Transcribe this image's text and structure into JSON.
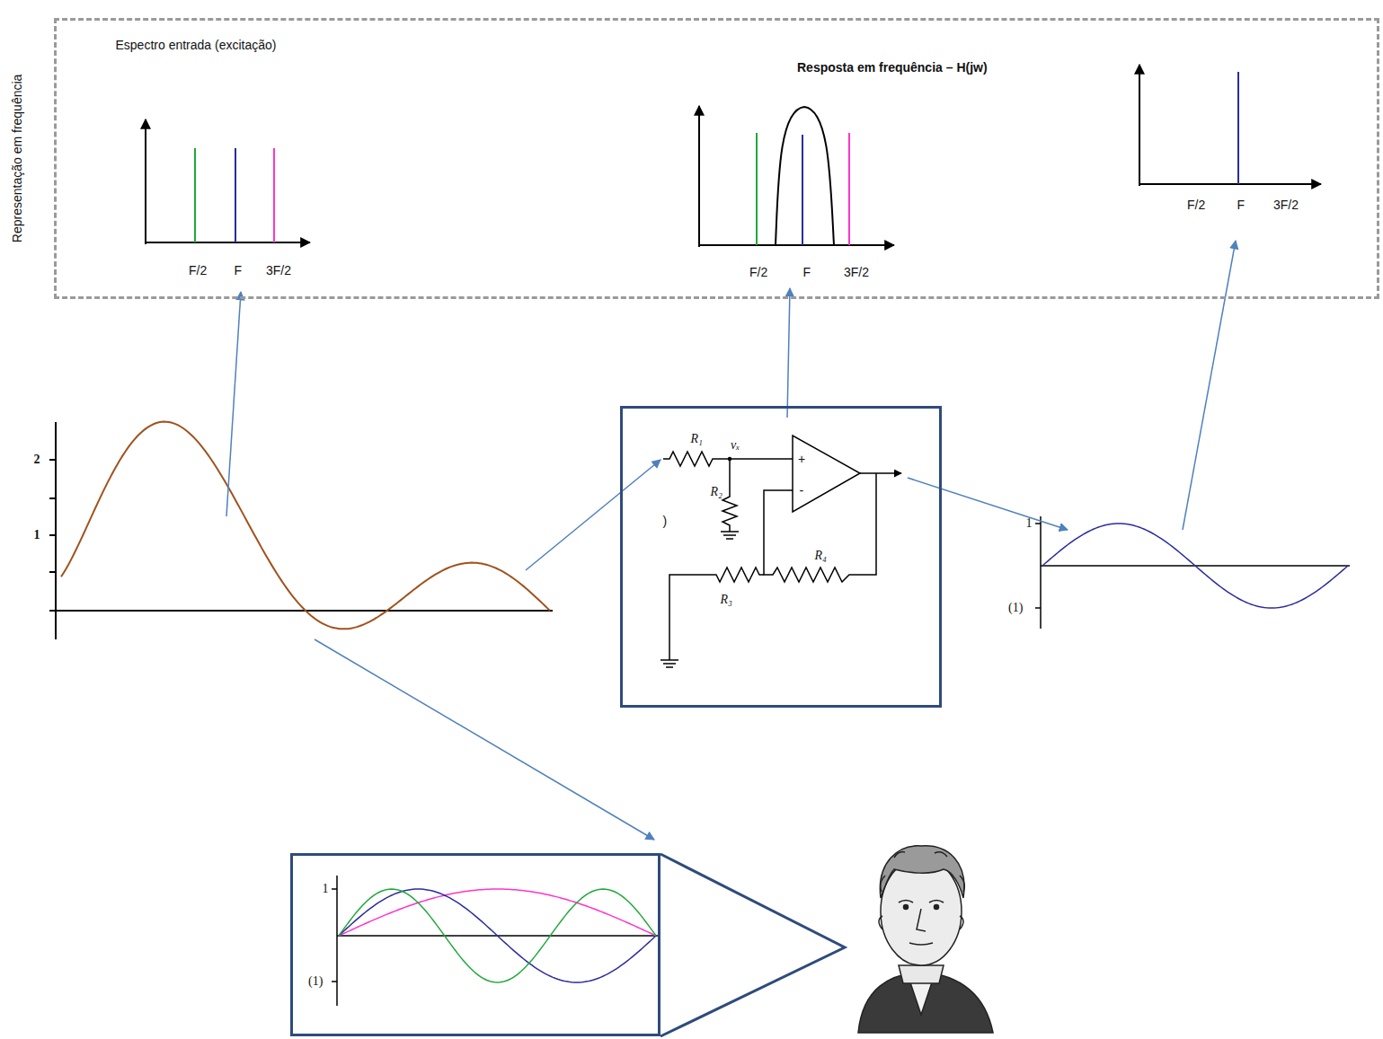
{
  "diagram": {
    "nodes": [
      {
        "text": [
          "Representação em frequência"
        ]
      },
      {
        "text": [
          "Espectro entrada (excitação)",
          "F/2",
          "F",
          "3F/2"
        ],
        "in": 0
      },
      {
        "text": [
          "Resposta em frequência – H(jw)",
          "F/2",
          "F",
          "3F/2"
        ],
        "in": 0
      },
      {
        "text": [
          "F/2",
          "F",
          "3F/2"
        ],
        "in": 0
      },
      {
        "text": [
          "2",
          "1"
        ]
      },
      {
        "text": [
          "R₁",
          "vₓ",
          "R₂",
          "+",
          "-",
          "R₄",
          "R₃",
          ")"
        ]
      },
      {
        "text": [
          "1",
          "(1)"
        ]
      },
      {
        "text": [
          "1",
          "(1)"
        ]
      }
    ],
    "edges": [
      {
        "from": 4,
        "to": 1,
        "arrow": "to"
      },
      {
        "from": 5,
        "to": 2,
        "arrow": "to"
      },
      {
        "from": 6,
        "to": 3,
        "arrow": "to"
      },
      {
        "from": 4,
        "to": 5,
        "arrow": "to"
      },
      {
        "from": 5,
        "to": 6,
        "arrow": "to"
      },
      {
        "from": 4,
        "to": 7,
        "arrow": "to"
      }
    ]
  }
}
